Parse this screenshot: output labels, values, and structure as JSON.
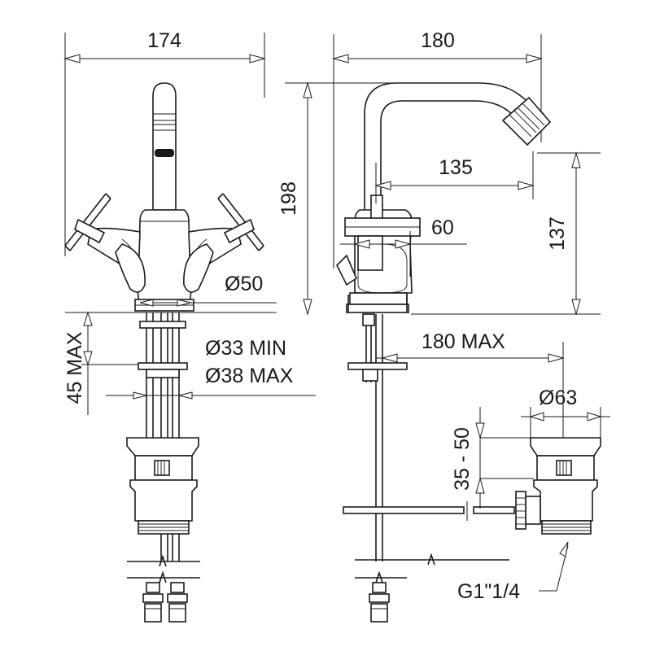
{
  "dimensions": {
    "front_width": "174",
    "side_width": "180",
    "height": "198",
    "spout_reach": "135",
    "handle_offset": "60",
    "spout_height": "137",
    "base_diameter": "Ø50",
    "deck_thickness": "45 MAX",
    "hole_min": "Ø33 MIN",
    "hole_max": "Ø38 MAX",
    "rod_reach": "180 MAX",
    "waste_diameter": "Ø63",
    "waste_range": "35 - 50",
    "thread": "G1\"1/4"
  }
}
